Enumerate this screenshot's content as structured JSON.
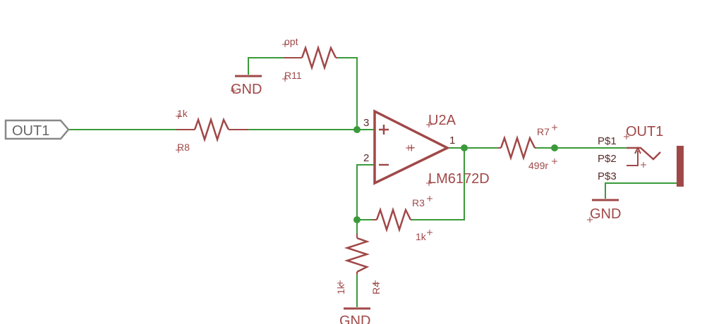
{
  "port": {
    "label": "OUT1"
  },
  "opamp": {
    "name": "U2A",
    "value": "LM6172D",
    "pin_noninv": "3",
    "pin_inv": "2",
    "pin_out": "1",
    "plus_sign": "+",
    "minus_sign": "−"
  },
  "resistors": {
    "r8": {
      "name": "R8",
      "value": "1k"
    },
    "r11": {
      "name": "R11",
      "value": "opt"
    },
    "r3": {
      "name": "R3",
      "value": "1k"
    },
    "r4": {
      "name": "R4",
      "value": "1k"
    },
    "r7": {
      "name": "R7",
      "value": "499r"
    }
  },
  "grounds": {
    "label": "GND"
  },
  "jack": {
    "name": "OUT1",
    "pins": [
      "P$1",
      "P$2",
      "P$3"
    ]
  },
  "colors": {
    "wire": "#3a9a3a",
    "part": "#a04848",
    "port": "#888888"
  }
}
